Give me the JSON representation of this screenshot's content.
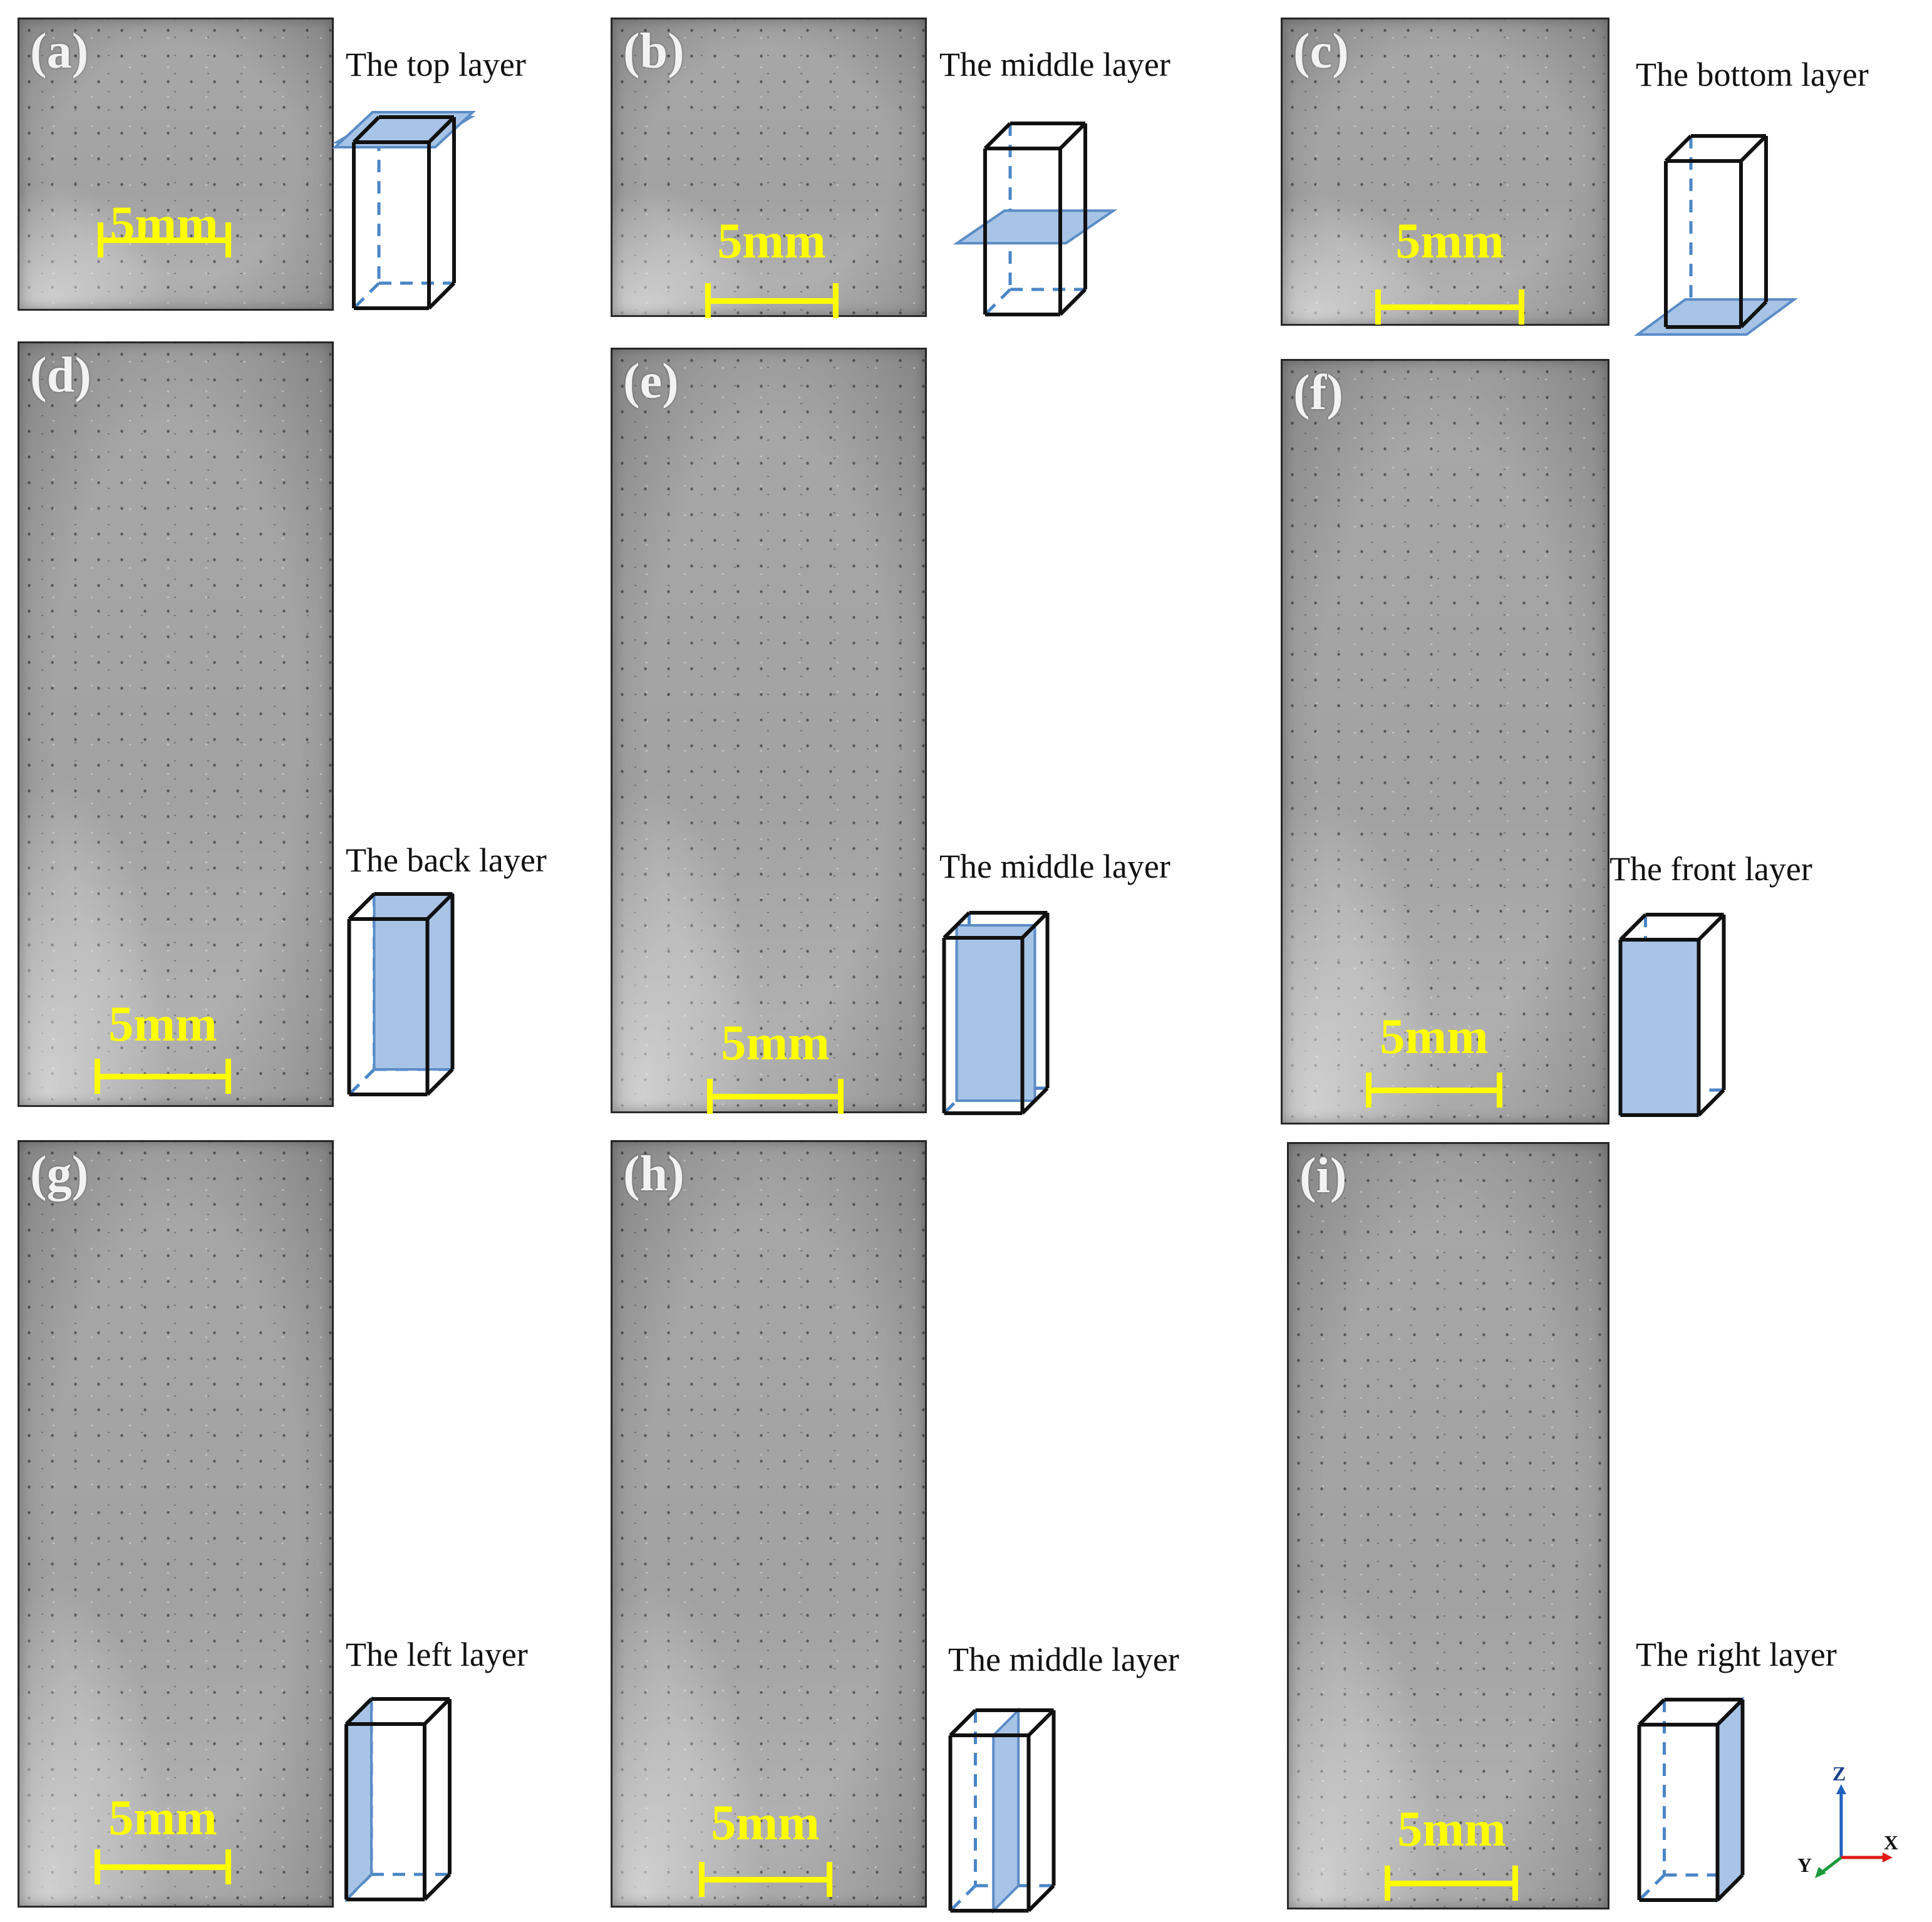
{
  "panels": [
    {
      "label": "(a)",
      "layer_caption": "The top layer",
      "scale_bar": "5mm",
      "highlighted_plane": "top"
    },
    {
      "label": "(b)",
      "layer_caption": "The middle layer",
      "scale_bar": "5mm",
      "highlighted_plane": "horizontal-middle"
    },
    {
      "label": "(c)",
      "layer_caption": "The bottom layer",
      "scale_bar": "5mm",
      "highlighted_plane": "bottom"
    },
    {
      "label": "(d)",
      "layer_caption": "The back layer",
      "scale_bar": "5mm",
      "highlighted_plane": "back"
    },
    {
      "label": "(e)",
      "layer_caption": "The middle layer",
      "scale_bar": "5mm",
      "highlighted_plane": "coronal-middle"
    },
    {
      "label": "(f)",
      "layer_caption": "The front layer",
      "scale_bar": "5mm",
      "highlighted_plane": "front"
    },
    {
      "label": "(g)",
      "layer_caption": "The left layer",
      "scale_bar": "5mm",
      "highlighted_plane": "left"
    },
    {
      "label": "(h)",
      "layer_caption": "The middle layer",
      "scale_bar": "5mm",
      "highlighted_plane": "sagittal-middle"
    },
    {
      "label": "(i)",
      "layer_caption": "The right layer",
      "scale_bar": "5mm",
      "highlighted_plane": "right"
    }
  ],
  "axes": {
    "z": "Z",
    "x": "X",
    "y": "Y"
  },
  "colors": {
    "scale_bar": "#ffff00",
    "plane_fill": "#a7c4e6",
    "plane_stroke": "#5b8cc7",
    "axis_z": "#1f5fbf",
    "axis_x": "#e01818",
    "axis_y": "#1a9a3a"
  }
}
